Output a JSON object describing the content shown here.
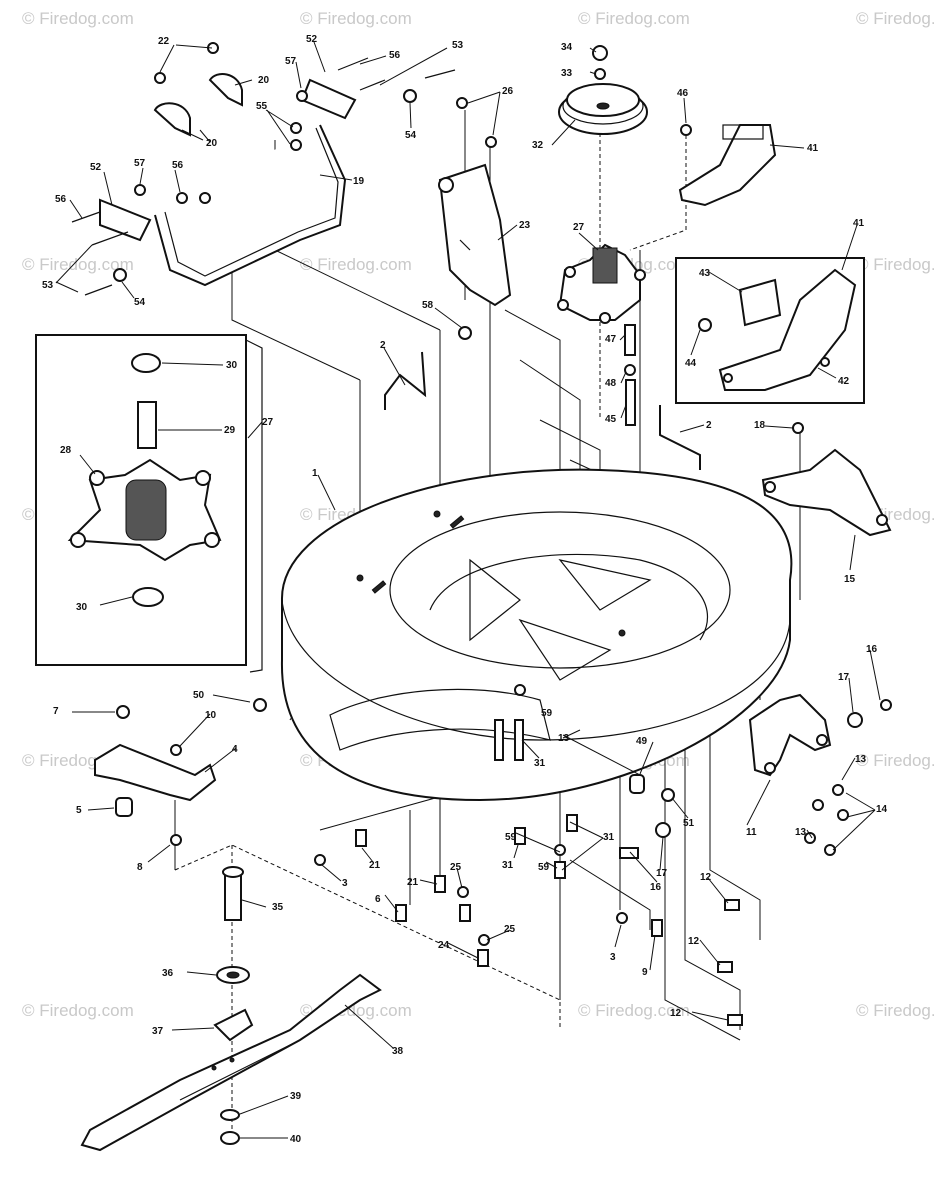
{
  "watermark": {
    "text": "© Firedog.com"
  },
  "callouts": [
    {
      "id": "c1",
      "label": "1"
    },
    {
      "id": "c2a",
      "label": "2"
    },
    {
      "id": "c2b",
      "label": "2"
    },
    {
      "id": "c3a",
      "label": "3"
    },
    {
      "id": "c3b",
      "label": "3"
    },
    {
      "id": "c4",
      "label": "4"
    },
    {
      "id": "c5",
      "label": "5"
    },
    {
      "id": "c6",
      "label": "6"
    },
    {
      "id": "c7",
      "label": "7"
    },
    {
      "id": "c8",
      "label": "8"
    },
    {
      "id": "c9",
      "label": "9"
    },
    {
      "id": "c10",
      "label": "10"
    },
    {
      "id": "c11",
      "label": "11"
    },
    {
      "id": "c12a",
      "label": "12"
    },
    {
      "id": "c12b",
      "label": "12"
    },
    {
      "id": "c12c",
      "label": "12"
    },
    {
      "id": "c13a",
      "label": "13"
    },
    {
      "id": "c13b",
      "label": "13"
    },
    {
      "id": "c14",
      "label": "14"
    },
    {
      "id": "c15",
      "label": "15"
    },
    {
      "id": "c16a",
      "label": "16"
    },
    {
      "id": "c16b",
      "label": "16"
    },
    {
      "id": "c17a",
      "label": "17"
    },
    {
      "id": "c17b",
      "label": "17"
    },
    {
      "id": "c18",
      "label": "18"
    },
    {
      "id": "c19",
      "label": "19"
    },
    {
      "id": "c20a",
      "label": "20"
    },
    {
      "id": "c20b",
      "label": "20"
    },
    {
      "id": "c21a",
      "label": "21"
    },
    {
      "id": "c21b",
      "label": "21"
    },
    {
      "id": "c22",
      "label": "22"
    },
    {
      "id": "c23",
      "label": "23"
    },
    {
      "id": "c24",
      "label": "24"
    },
    {
      "id": "c25a",
      "label": "25"
    },
    {
      "id": "c25b",
      "label": "25"
    },
    {
      "id": "c26",
      "label": "26"
    },
    {
      "id": "c27a",
      "label": "27"
    },
    {
      "id": "c27b",
      "label": "27"
    },
    {
      "id": "c28",
      "label": "28"
    },
    {
      "id": "c29",
      "label": "29"
    },
    {
      "id": "c30a",
      "label": "30"
    },
    {
      "id": "c30b",
      "label": "30"
    },
    {
      "id": "c31a",
      "label": "31"
    },
    {
      "id": "c31b",
      "label": "31"
    },
    {
      "id": "c31c",
      "label": "31"
    },
    {
      "id": "c32",
      "label": "32"
    },
    {
      "id": "c33",
      "label": "33"
    },
    {
      "id": "c34",
      "label": "34"
    },
    {
      "id": "c35",
      "label": "35"
    },
    {
      "id": "c36",
      "label": "36"
    },
    {
      "id": "c37",
      "label": "37"
    },
    {
      "id": "c38",
      "label": "38"
    },
    {
      "id": "c39",
      "label": "39"
    },
    {
      "id": "c40",
      "label": "40"
    },
    {
      "id": "c41a",
      "label": "41"
    },
    {
      "id": "c41b",
      "label": "41"
    },
    {
      "id": "c42",
      "label": "42"
    },
    {
      "id": "c43",
      "label": "43"
    },
    {
      "id": "c44",
      "label": "44"
    },
    {
      "id": "c45",
      "label": "45"
    },
    {
      "id": "c46",
      "label": "46"
    },
    {
      "id": "c47",
      "label": "47"
    },
    {
      "id": "c48",
      "label": "48"
    },
    {
      "id": "c49",
      "label": "49"
    },
    {
      "id": "c50",
      "label": "50"
    },
    {
      "id": "c51",
      "label": "51"
    },
    {
      "id": "c52a",
      "label": "52"
    },
    {
      "id": "c52b",
      "label": "52"
    },
    {
      "id": "c53a",
      "label": "53"
    },
    {
      "id": "c53b",
      "label": "53"
    },
    {
      "id": "c54a",
      "label": "54"
    },
    {
      "id": "c54b",
      "label": "54"
    },
    {
      "id": "c55a",
      "label": "55"
    },
    {
      "id": "c55b",
      "label": "55"
    },
    {
      "id": "c56a",
      "label": "56"
    },
    {
      "id": "c56b",
      "label": "56"
    },
    {
      "id": "c57a",
      "label": "57"
    },
    {
      "id": "c57b",
      "label": "57"
    },
    {
      "id": "c58",
      "label": "58"
    },
    {
      "id": "c59a",
      "label": "59"
    },
    {
      "id": "c59b",
      "label": "59"
    },
    {
      "id": "c59c",
      "label": "59"
    }
  ]
}
